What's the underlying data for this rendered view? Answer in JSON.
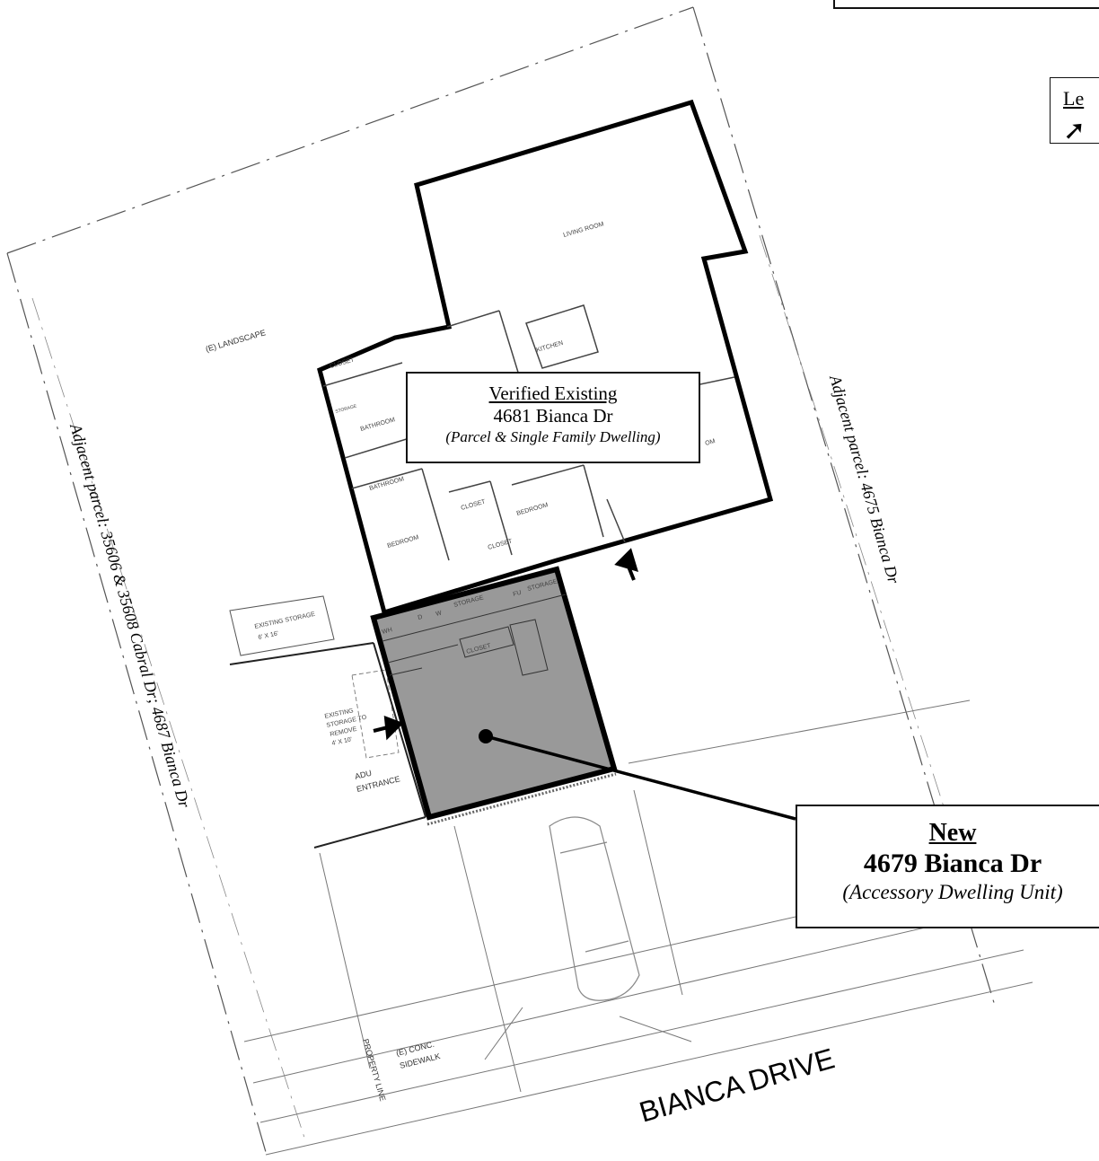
{
  "legend": {
    "title": "Le",
    "arrow_icon": "arrow-up-right-icon",
    "arrow_glyph": "➚"
  },
  "existing_callout": {
    "line1": "Verified Existing",
    "line2": "4681 Bianca Dr",
    "line3": "(Parcel & Single Family Dwelling)"
  },
  "new_callout": {
    "line1": "New",
    "line2": "4679 Bianca Dr",
    "line3": "(Accessory Dwelling Unit)"
  },
  "adjacent_left": "Adjacent parcel:  35606 & 35608 Cabral Dr; 4687 Bianca Dr",
  "adjacent_right": "Adjacent parcel:  4675 Bianca Dr",
  "street": "BIANCA DRIVE",
  "plan_labels": {
    "landscape": "(E) LANDSCAPE",
    "living_room": "LIVING ROOM",
    "kitchen": "KITCHEN",
    "closet": "CLOSET",
    "storage": "STORAGE",
    "bathroom": "BATHROOM",
    "bathroom2": "BATHROOM",
    "bedroom": "BEDROOM",
    "bedroom2": "BEDROOM",
    "closet2": "CLOSET",
    "closet3": "CLOSET",
    "room": "OM",
    "existing_storage": "EXISTING STORAGE",
    "existing_storage_size": "6' X 16'",
    "storage_remove_1": "EXISTING",
    "storage_remove_2": "STORAGE TO",
    "storage_remove_3": "REMOVE",
    "storage_remove_4": "4' X 10'",
    "adu_entrance_1": "ADU",
    "adu_entrance_2": "ENTRANCE",
    "sidewalk_1": "(E) CONC.",
    "sidewalk_2": "SIDEWALK",
    "property_line": "PROPERTY LINE",
    "adu_storage": "STORAGE",
    "adu_storage2": "STORAGE",
    "adu_fu": "FU",
    "adu_d": "D",
    "adu_w": "W",
    "adu_closet": "CLOSET",
    "adu_wh": "WH"
  }
}
